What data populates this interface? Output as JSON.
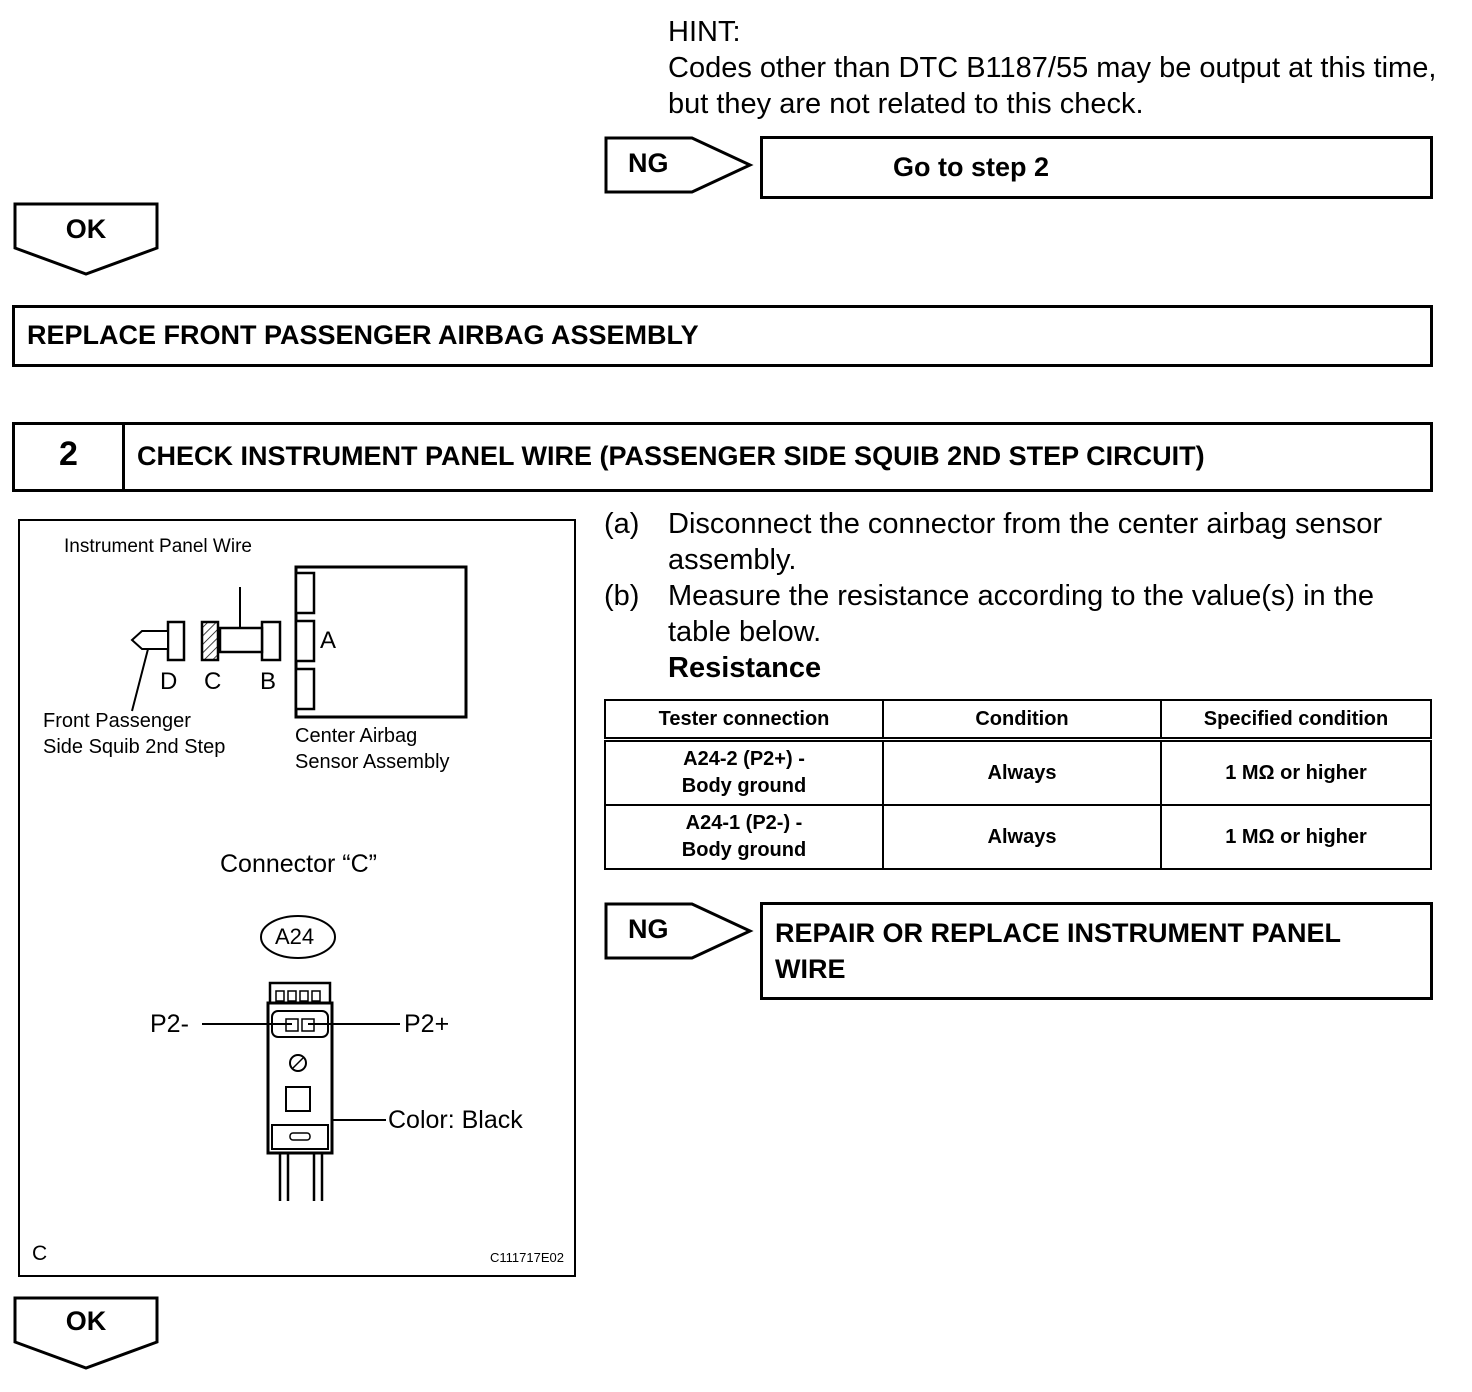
{
  "hint": {
    "label": "HINT:",
    "text": "Codes other than DTC B1187/55 may be output at this time, but they are not related to this check."
  },
  "ng1": {
    "tag": "NG",
    "action": "Go to step 2"
  },
  "ok1": {
    "tag": "OK"
  },
  "replace_box": {
    "text": "REPLACE FRONT PASSENGER AIRBAG ASSEMBLY"
  },
  "step2": {
    "number": "2",
    "title": "CHECK INSTRUMENT PANEL WIRE (PASSENGER SIDE SQUIB 2ND STEP CIRCUIT)"
  },
  "instructions": [
    {
      "label": "(a)",
      "text": "Disconnect the connector from the center airbag sensor assembly."
    },
    {
      "label": "(b)",
      "text": "Measure the resistance according to the value(s) in the table below."
    }
  ],
  "resistance_heading": "Resistance",
  "table": {
    "headers": [
      "Tester connection",
      "Condition",
      "Specified condition"
    ],
    "rows": [
      {
        "connection_line1": "A24-2 (P2+) -",
        "connection_line2": "Body ground",
        "condition": "Always",
        "spec": "1 MΩ or higher"
      },
      {
        "connection_line1": "A24-1 (P2-) -",
        "connection_line2": "Body ground",
        "condition": "Always",
        "spec": "1 MΩ or higher"
      }
    ]
  },
  "ng2": {
    "tag": "NG",
    "action_line1": "REPAIR OR REPLACE INSTRUMENT PANEL",
    "action_line2": "WIRE"
  },
  "ok2": {
    "tag": "OK"
  },
  "diagram": {
    "instrument_panel_wire": "Instrument Panel Wire",
    "label_a": "A",
    "label_b": "B",
    "label_c": "C",
    "label_d": "D",
    "front_passenger_line1": "Front Passenger",
    "front_passenger_line2": "Side Squib 2nd Step",
    "center_airbag_line1": "Center Airbag",
    "center_airbag_line2": "Sensor Assembly",
    "connector_title": "Connector “C”",
    "connector_id": "A24",
    "pin_minus": "P2-",
    "pin_plus": "P2+",
    "color_label": "Color: Black",
    "corner_letter": "C",
    "figure_code": "C111717E02"
  }
}
